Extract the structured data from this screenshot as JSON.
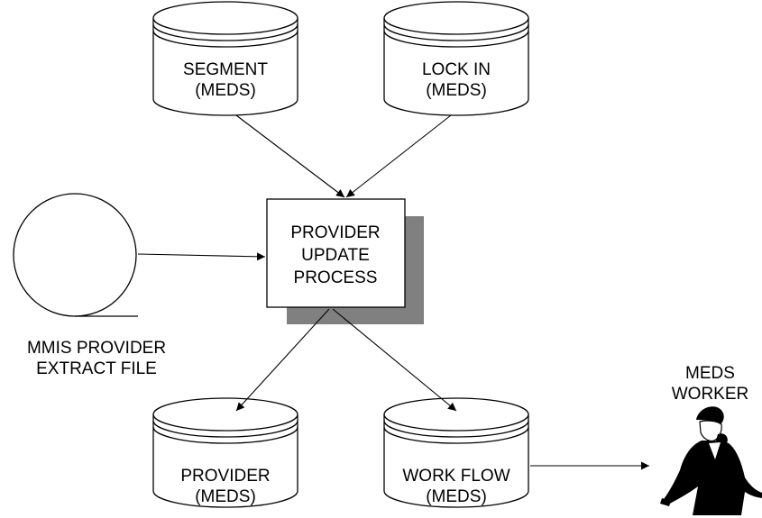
{
  "colors": {
    "stroke": "#000000",
    "background": "#ffffff",
    "shadow": "#808080"
  },
  "datastores": {
    "segment": {
      "line1": "SEGMENT",
      "line2": "(MEDS)"
    },
    "lock_in": {
      "line1": "LOCK IN",
      "line2": "(MEDS)"
    },
    "provider": {
      "line1": "PROVIDER",
      "line2": "(MEDS)"
    },
    "work_flow": {
      "line1": "WORK FLOW",
      "line2": "(MEDS)"
    }
  },
  "process": {
    "line1": "PROVIDER",
    "line2": "UPDATE",
    "line3": "PROCESS"
  },
  "tape_file": {
    "line1": "MMIS PROVIDER",
    "line2": "EXTRACT FILE"
  },
  "actor": {
    "line1": "MEDS",
    "line2": "WORKER",
    "icon": "person-standing-icon"
  }
}
